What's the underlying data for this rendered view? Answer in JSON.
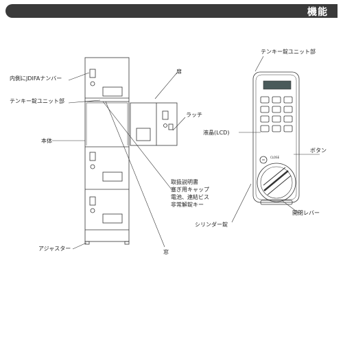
{
  "header": {
    "title": "機能"
  },
  "labels": {
    "jdifa": "内側にJDIFAナンバー",
    "tenkey_left": "テンキー錠ユニット部",
    "body": "本体",
    "adjuster": "アジャスター",
    "door": "扉",
    "latch": "ラッチ",
    "manual1": "取扱説明書",
    "manual2": "塞ぎ用キャップ",
    "manual3": "電池、連結ビス",
    "manual4": "非常解錠キー",
    "window": "窓",
    "tenkey_right": "テンキー錠ユニット部",
    "lcd": "液晶(LCD)",
    "button": "ボタン",
    "cylinder": "シリンダー錠",
    "lever": "開閉レバー",
    "close": "CLOSE"
  },
  "colors": {
    "header_bg": "#3a3a3a",
    "line": "#333333",
    "lcd": "#4a5a5a"
  }
}
